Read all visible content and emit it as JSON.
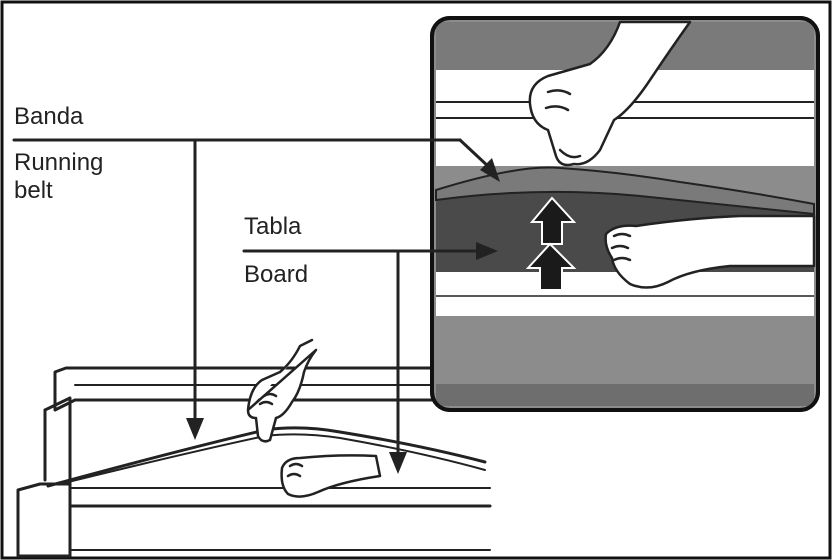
{
  "labels": {
    "belt_es": "Banda",
    "belt_en_line1": "Running",
    "belt_en_line2": "belt",
    "board_es": "Tabla",
    "board_en": "Board"
  },
  "colors": {
    "frame": "#111111",
    "ink": "#222222",
    "inset_bg": "#8c8c8c",
    "inset_dark": "#5a5a5a",
    "belt_fill": "#7a7a7a",
    "board_fill": "#4a4a4a",
    "skin": "#ffffff"
  },
  "icons": [
    "hand-lifting-belt-icon",
    "hand-on-board-icon",
    "up-arrow-icon"
  ]
}
